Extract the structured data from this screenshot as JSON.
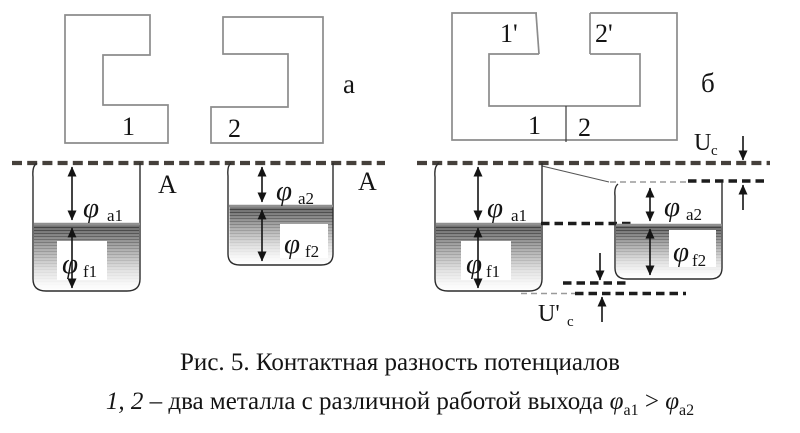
{
  "figure": {
    "panel_a": {
      "letter": "а",
      "metal1": "1",
      "metal2": "2",
      "vacuum_label_left": "A",
      "vacuum_label_right": "A",
      "well1": {
        "phi": "φ",
        "work_sub": "a1",
        "fermi_sub": "f1"
      },
      "well2": {
        "phi": "φ",
        "work_sub": "a2",
        "fermi_sub": "f2"
      }
    },
    "panel_b": {
      "letter": "б",
      "metal1_top": "1'",
      "metal2_top": "2'",
      "metal1": "1",
      "metal2": "2",
      "contact_voltage": {
        "symbol": "U",
        "sub": "c"
      },
      "contact_voltage_inner": {
        "symbol": "U'",
        "sub": "c"
      },
      "well1": {
        "phi": "φ",
        "work_sub": "a1",
        "fermi_sub": "f1"
      },
      "well2": {
        "phi": "φ",
        "work_sub": "a2",
        "fermi_sub": "f2"
      }
    }
  },
  "caption": {
    "line1": "Рис. 5. Контактная разность потенциалов",
    "line2": {
      "metals": "1, 2",
      "text": " – два металла с различной работой выхода ",
      "phi": "φ",
      "sub1": "а1",
      "gt": " > ",
      "sub2": "а2"
    }
  },
  "colors": {
    "dashed_level_line": "#45403b",
    "metal_outline": "#8c8c8c",
    "well_outline": "#2c2c2c",
    "text": "#141414"
  }
}
